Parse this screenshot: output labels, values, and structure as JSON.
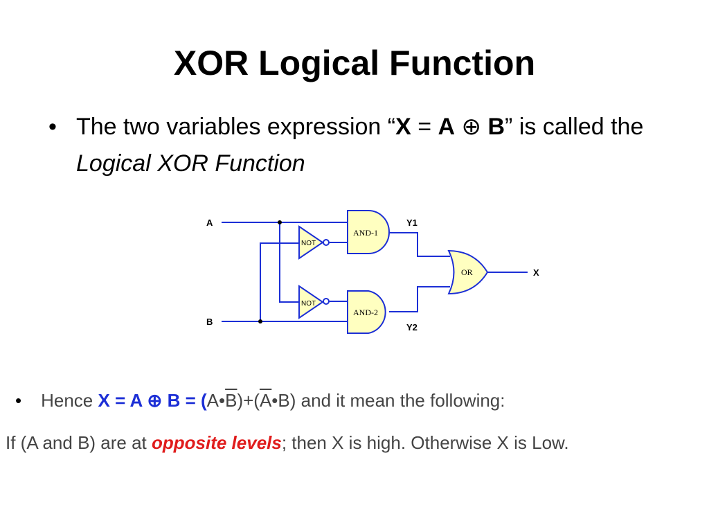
{
  "slide": {
    "title": "XOR Logical Function",
    "bullet1": {
      "marker": "•",
      "t1": "The two variables expression “",
      "x": "X",
      "eq": " = ",
      "a": "A",
      "op": " ⊕ ",
      "b": "B",
      "t2": "” is called the ",
      "italic": "Logical XOR Function"
    }
  },
  "circuit": {
    "inputs": [
      "A",
      "B"
    ],
    "gates": {
      "not1": "NOT",
      "not2": "NOT",
      "and1": "AND-1",
      "and2": "AND-2",
      "or": "OR"
    },
    "intermediate": [
      "Y1",
      "Y2"
    ],
    "output": "X",
    "colors": {
      "wire": "#1c2fd6",
      "gate_fill": "#ffffc0"
    }
  },
  "formula": {
    "marker": "•",
    "hence": "Hence ",
    "x": "X",
    "eq": " = ",
    "a": "A",
    "op": " ⊕ ",
    "b": "B",
    "eq2": " = ",
    "lp": "(",
    "t1a": "A",
    "bullet_dot": "•",
    "t1b": "B",
    "rp_plus_lp": ")+(",
    "t2a": "A",
    "t2b": "B",
    "rp": ")",
    "tail": " and it mean the following:"
  },
  "condition": {
    "pre": "If (A and B) are at ",
    "emph": "opposite levels",
    "post": "; then X is high. Otherwise X is Low."
  }
}
